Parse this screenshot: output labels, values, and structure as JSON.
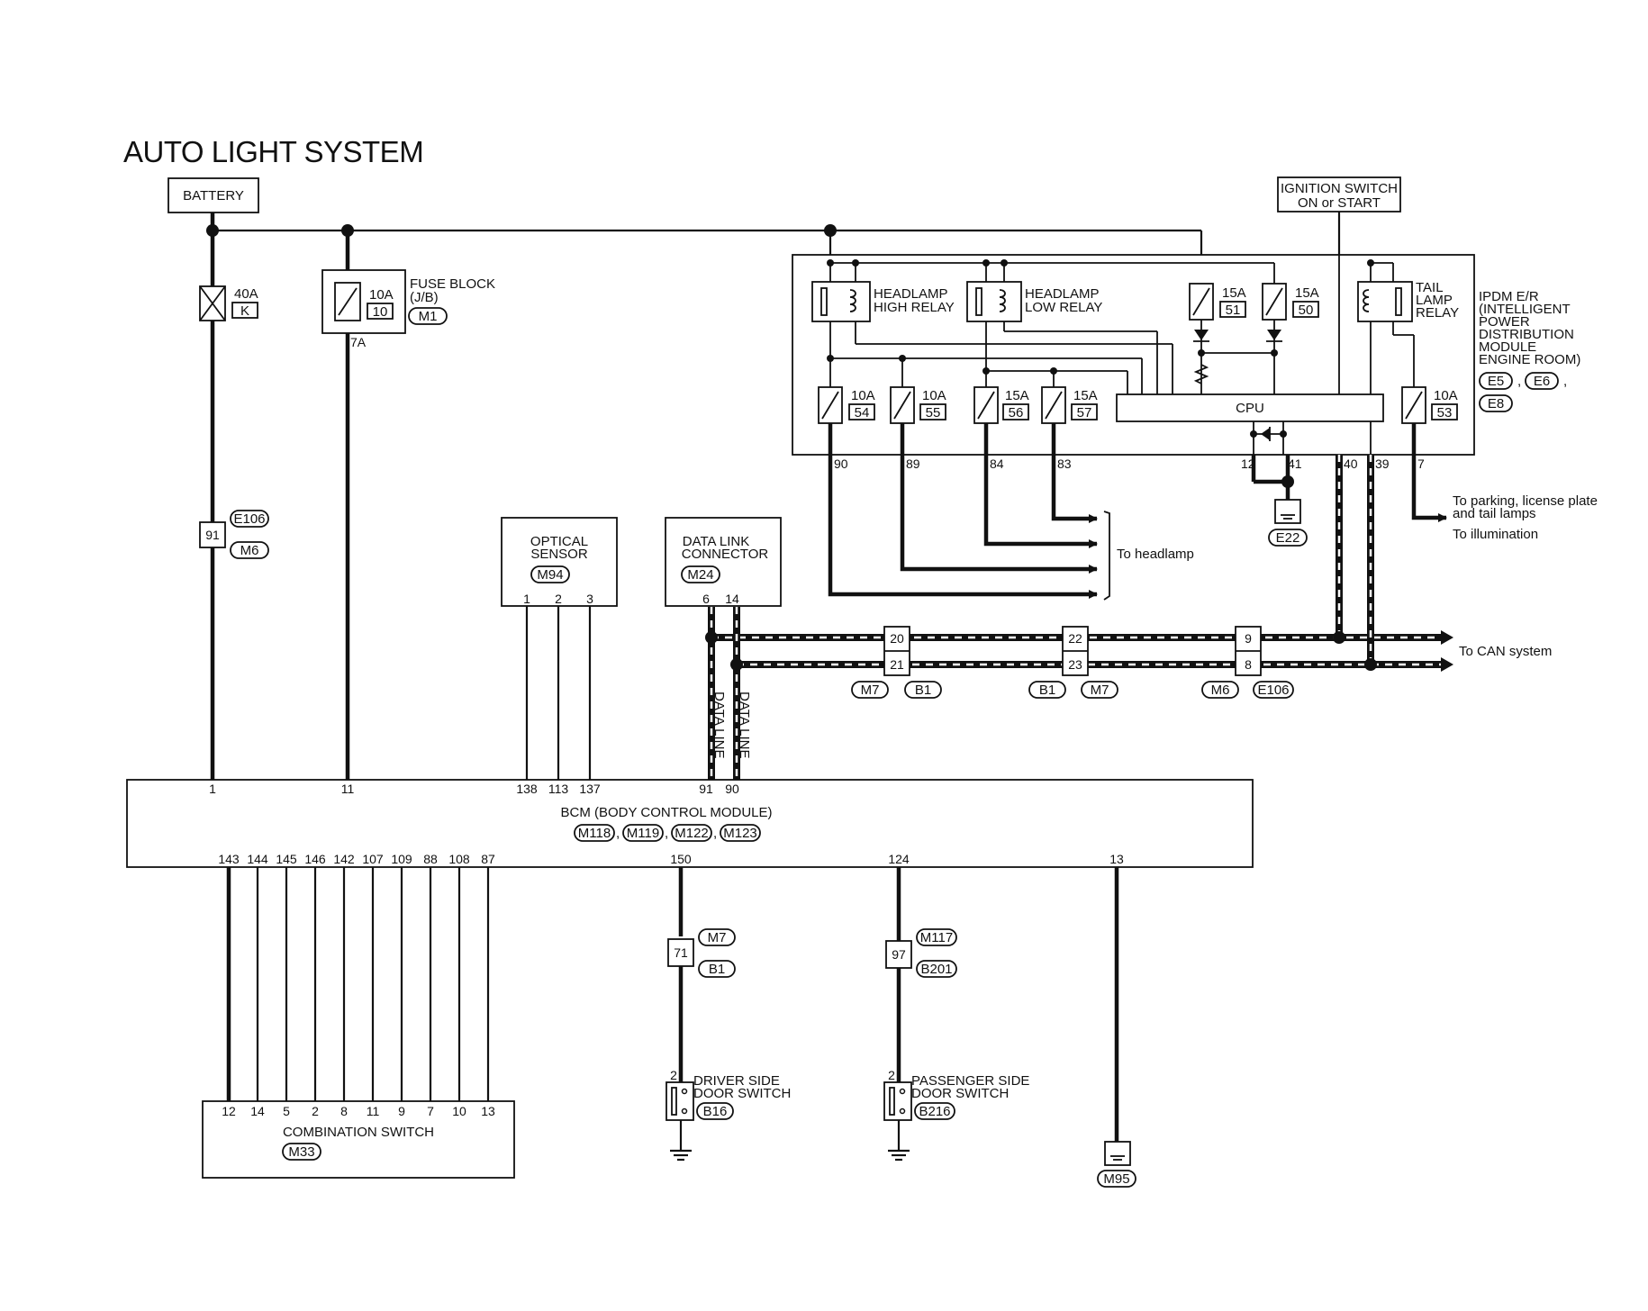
{
  "title": "AUTO LIGHT SYSTEM",
  "battery": "BATTERY",
  "ignition": [
    "IGNITION SWITCH",
    "ON or START"
  ],
  "fuse_40a": {
    "rating": "40A",
    "id": "K"
  },
  "fuse_block": {
    "rating": "10A",
    "id": "10",
    "name": [
      "FUSE BLOCK",
      "(J/B)"
    ],
    "connector": "M1",
    "terminal": "7A"
  },
  "inline_91": {
    "pin": "91",
    "conn_top": "E106",
    "conn_bottom": "M6"
  },
  "ipdm": {
    "name": [
      "IPDM E/R",
      "(INTELLIGENT",
      "POWER",
      "DISTRIBUTION",
      "MODULE",
      "ENGINE ROOM)"
    ],
    "connectors": [
      "E5",
      "E6",
      "E8"
    ],
    "headlamp_high_relay": [
      "HEADLAMP",
      "HIGH RELAY"
    ],
    "headlamp_low_relay": [
      "HEADLAMP",
      "LOW RELAY"
    ],
    "tail_lamp_relay": [
      "TAIL",
      "LAMP",
      "RELAY"
    ],
    "fuses": [
      {
        "rating": "15A",
        "id": "51"
      },
      {
        "rating": "15A",
        "id": "50"
      },
      {
        "rating": "10A",
        "id": "54"
      },
      {
        "rating": "10A",
        "id": "55"
      },
      {
        "rating": "15A",
        "id": "56"
      },
      {
        "rating": "15A",
        "id": "57"
      },
      {
        "rating": "10A",
        "id": "53"
      }
    ],
    "cpu": "CPU",
    "pins": [
      "90",
      "89",
      "84",
      "83",
      "12",
      "41",
      "40",
      "39",
      "7"
    ],
    "ground": "E22"
  },
  "to_headlamp": "To headlamp",
  "to_parking": [
    "To parking, license plate",
    "and tail lamps"
  ],
  "to_illumination": "To illumination",
  "to_can": "To CAN system",
  "optical_sensor": {
    "name": [
      "OPTICAL",
      "SENSOR"
    ],
    "connector": "M94",
    "pins": [
      "1",
      "2",
      "3"
    ]
  },
  "data_link": {
    "name": [
      "DATA LINK",
      "CONNECTOR"
    ],
    "connector": "M24",
    "pins": [
      "6",
      "14"
    ]
  },
  "data_line": "DATA LINE",
  "can_joints": [
    {
      "top": "20",
      "bottom": "21",
      "conns": [
        "M7",
        "B1"
      ]
    },
    {
      "top": "22",
      "bottom": "23",
      "conns": [
        "B1",
        "M7"
      ]
    },
    {
      "top": "9",
      "bottom": "8",
      "conns": [
        "M6",
        "E106"
      ]
    }
  ],
  "bcm": {
    "name": "BCM (BODY CONTROL MODULE)",
    "connectors": [
      "M118",
      "M119",
      "M122",
      "M123"
    ],
    "top_pins": [
      "1",
      "11",
      "138",
      "113",
      "137",
      "91",
      "90"
    ],
    "bottom_pins": [
      "143",
      "144",
      "145",
      "146",
      "142",
      "107",
      "109",
      "88",
      "108",
      "87",
      "150",
      "124",
      "13"
    ]
  },
  "combination_switch": {
    "name": "COMBINATION SWITCH",
    "connector": "M33",
    "pins": [
      "12",
      "14",
      "5",
      "2",
      "8",
      "11",
      "9",
      "7",
      "10",
      "13"
    ]
  },
  "inline_71": {
    "pin": "71",
    "conn_top": "M7",
    "conn_bottom": "B1"
  },
  "inline_97": {
    "pin": "97",
    "conn_top": "M117",
    "conn_bottom": "B201"
  },
  "driver_door": {
    "pin": "2",
    "name": [
      "DRIVER SIDE",
      "DOOR SWITCH"
    ],
    "connector": "B16"
  },
  "passenger_door": {
    "pin": "2",
    "name": [
      "PASSENGER SIDE",
      "DOOR SWITCH"
    ],
    "connector": "B216"
  },
  "ground_m95": "M95"
}
